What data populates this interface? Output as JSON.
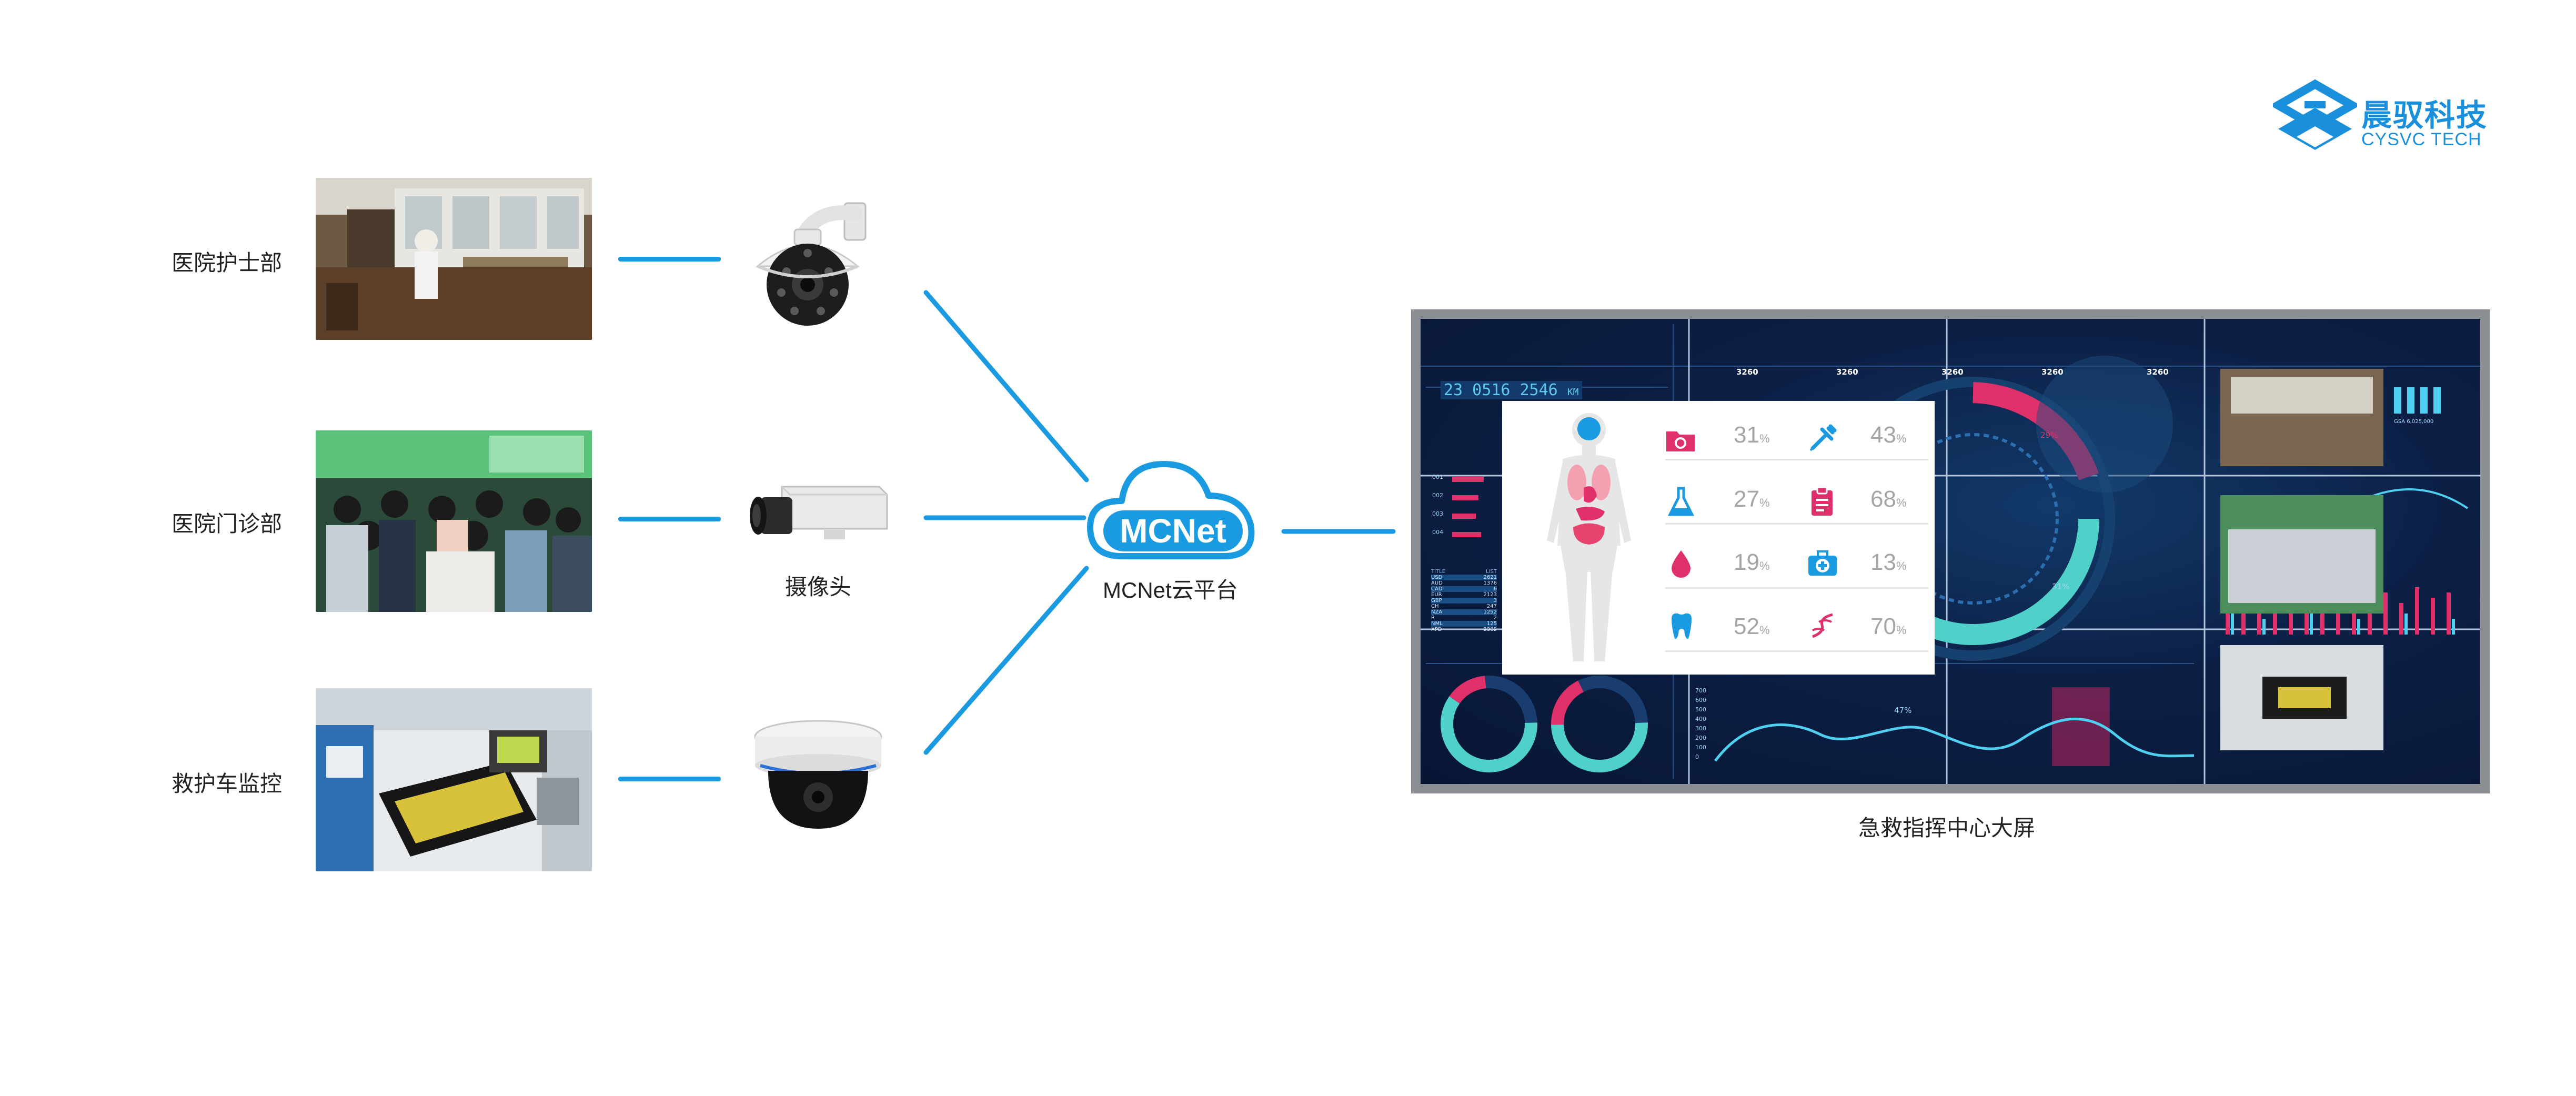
{
  "logo": {
    "name_cn": "晨驭科技",
    "name_en": "CYSVC TECH",
    "color": "#1a8fdc"
  },
  "sources": [
    {
      "label": "医院护士部",
      "camera_icon": "ptz-dome-camera-icon"
    },
    {
      "label": "医院门诊部",
      "camera_icon": "box-camera-icon",
      "camera_label": "摄像头"
    },
    {
      "label": "救护车监控",
      "camera_icon": "dome-camera-icon"
    }
  ],
  "cloud": {
    "badge": "MCNet",
    "label": "MCNet云平台"
  },
  "screen": {
    "label": "急救指挥中心大屏",
    "top_counter": "23  0516  2546",
    "top_counter_unit": "KM",
    "header_values": [
      "3260",
      "3260",
      "3260",
      "3260",
      "3260"
    ],
    "gauge_pct": "29%",
    "gauge_pct2": "31%",
    "wave_marker": "47%",
    "wave_axis": [
      "700",
      "600",
      "500",
      "400",
      "300",
      "200",
      "100",
      "0"
    ],
    "table_header": [
      "TITLE",
      "LIST"
    ],
    "table_rows": [
      [
        "USD",
        "2621"
      ],
      [
        "AUD",
        "1376"
      ],
      [
        "CAD",
        "6"
      ],
      [
        "EUR",
        "2123"
      ],
      [
        "GBP",
        "3"
      ],
      [
        "CH",
        "247"
      ],
      [
        "NZA",
        "1252"
      ],
      [
        "R",
        "2"
      ],
      [
        "NML",
        "125"
      ],
      [
        "XPD",
        "2302"
      ]
    ],
    "bar_labels": [
      "001",
      "002",
      "003",
      "004"
    ],
    "right_text": "GSA 6,025,000",
    "stats": [
      {
        "icon": "medical-folder-icon",
        "value": "31",
        "unit": "%"
      },
      {
        "icon": "syringe-icon",
        "value": "43",
        "unit": "%"
      },
      {
        "icon": "flask-icon",
        "value": "27",
        "unit": "%"
      },
      {
        "icon": "clipboard-icon",
        "value": "68",
        "unit": "%"
      },
      {
        "icon": "blood-drop-icon",
        "value": "19",
        "unit": "%"
      },
      {
        "icon": "first-aid-kit-icon",
        "value": "13",
        "unit": "%"
      },
      {
        "icon": "tooth-icon",
        "value": "52",
        "unit": "%"
      },
      {
        "icon": "dna-icon",
        "value": "70",
        "unit": "%"
      }
    ]
  },
  "colors": {
    "link": "#1a9ae0",
    "accent_pink": "#e0306a",
    "accent_teal": "#4fd0c8"
  }
}
